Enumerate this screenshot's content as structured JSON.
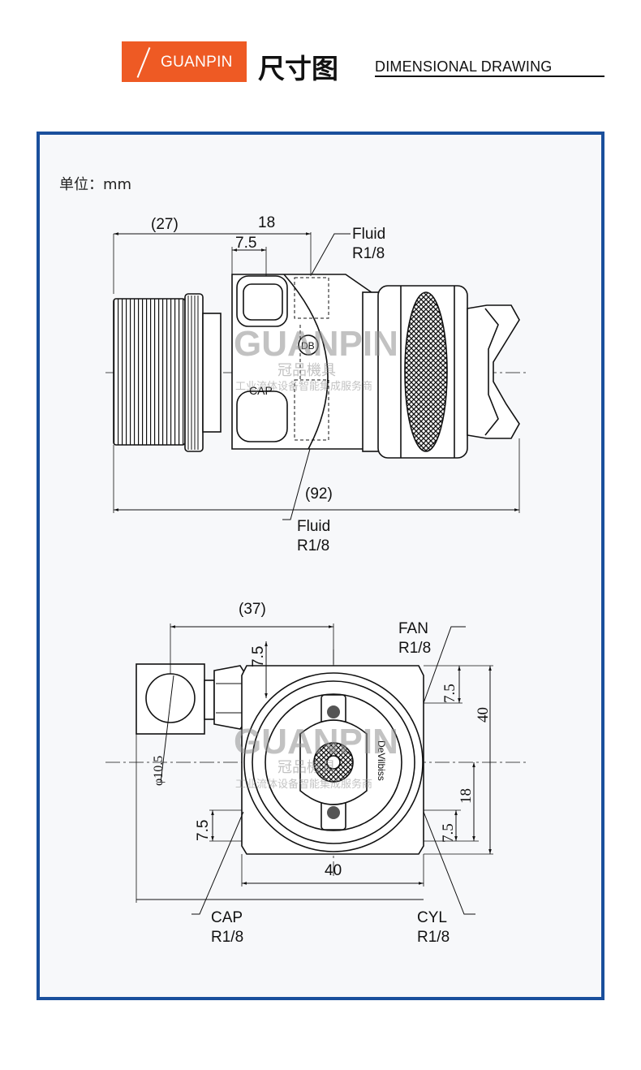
{
  "header": {
    "brand": "GUANPIN",
    "title_cn": "尺寸图",
    "title_en": "DIMENSIONAL DRAWING"
  },
  "unit_label": "单位：mm",
  "watermark": {
    "logo": "GUANPIN",
    "cn_name": "冠品機具",
    "slogan": "工业流体设备智能集成服务商"
  },
  "top_view": {
    "dim_overall": "(27)",
    "dim_18": "18",
    "dim_7_5": "7.5",
    "fluid_label_top": "Fluid",
    "fluid_thread_top": "R1/8",
    "cap_label": "CAP",
    "body_mark": "DB",
    "dim_92": "(92)",
    "fluid_label_bottom": "Fluid",
    "fluid_thread_bottom": "R1/8"
  },
  "bottom_view": {
    "dim_37": "(37)",
    "dim_7_5_vertical_top": "7.5",
    "fan_label": "FAN",
    "fan_thread": "R1/8",
    "dim_7_5_right_top": "7.5",
    "dim_40_right": "40",
    "dim_phi": "φ10.5",
    "engraving": "DeVilbiss",
    "dim_18_right": "18",
    "dim_7_5_left": "7.5",
    "dim_7_5_right_bottom": "7.5",
    "dim_40_bottom": "40",
    "cap_label": "CAP",
    "cap_thread": "R1/8",
    "cyl_label": "CYL",
    "cyl_thread": "R1/8"
  },
  "colors": {
    "accent_orange": "#ee5a24",
    "frame_blue": "#1a4f9c",
    "drawing_black": "#1a1a1a",
    "watermark_grey": "#9a9a9a"
  }
}
